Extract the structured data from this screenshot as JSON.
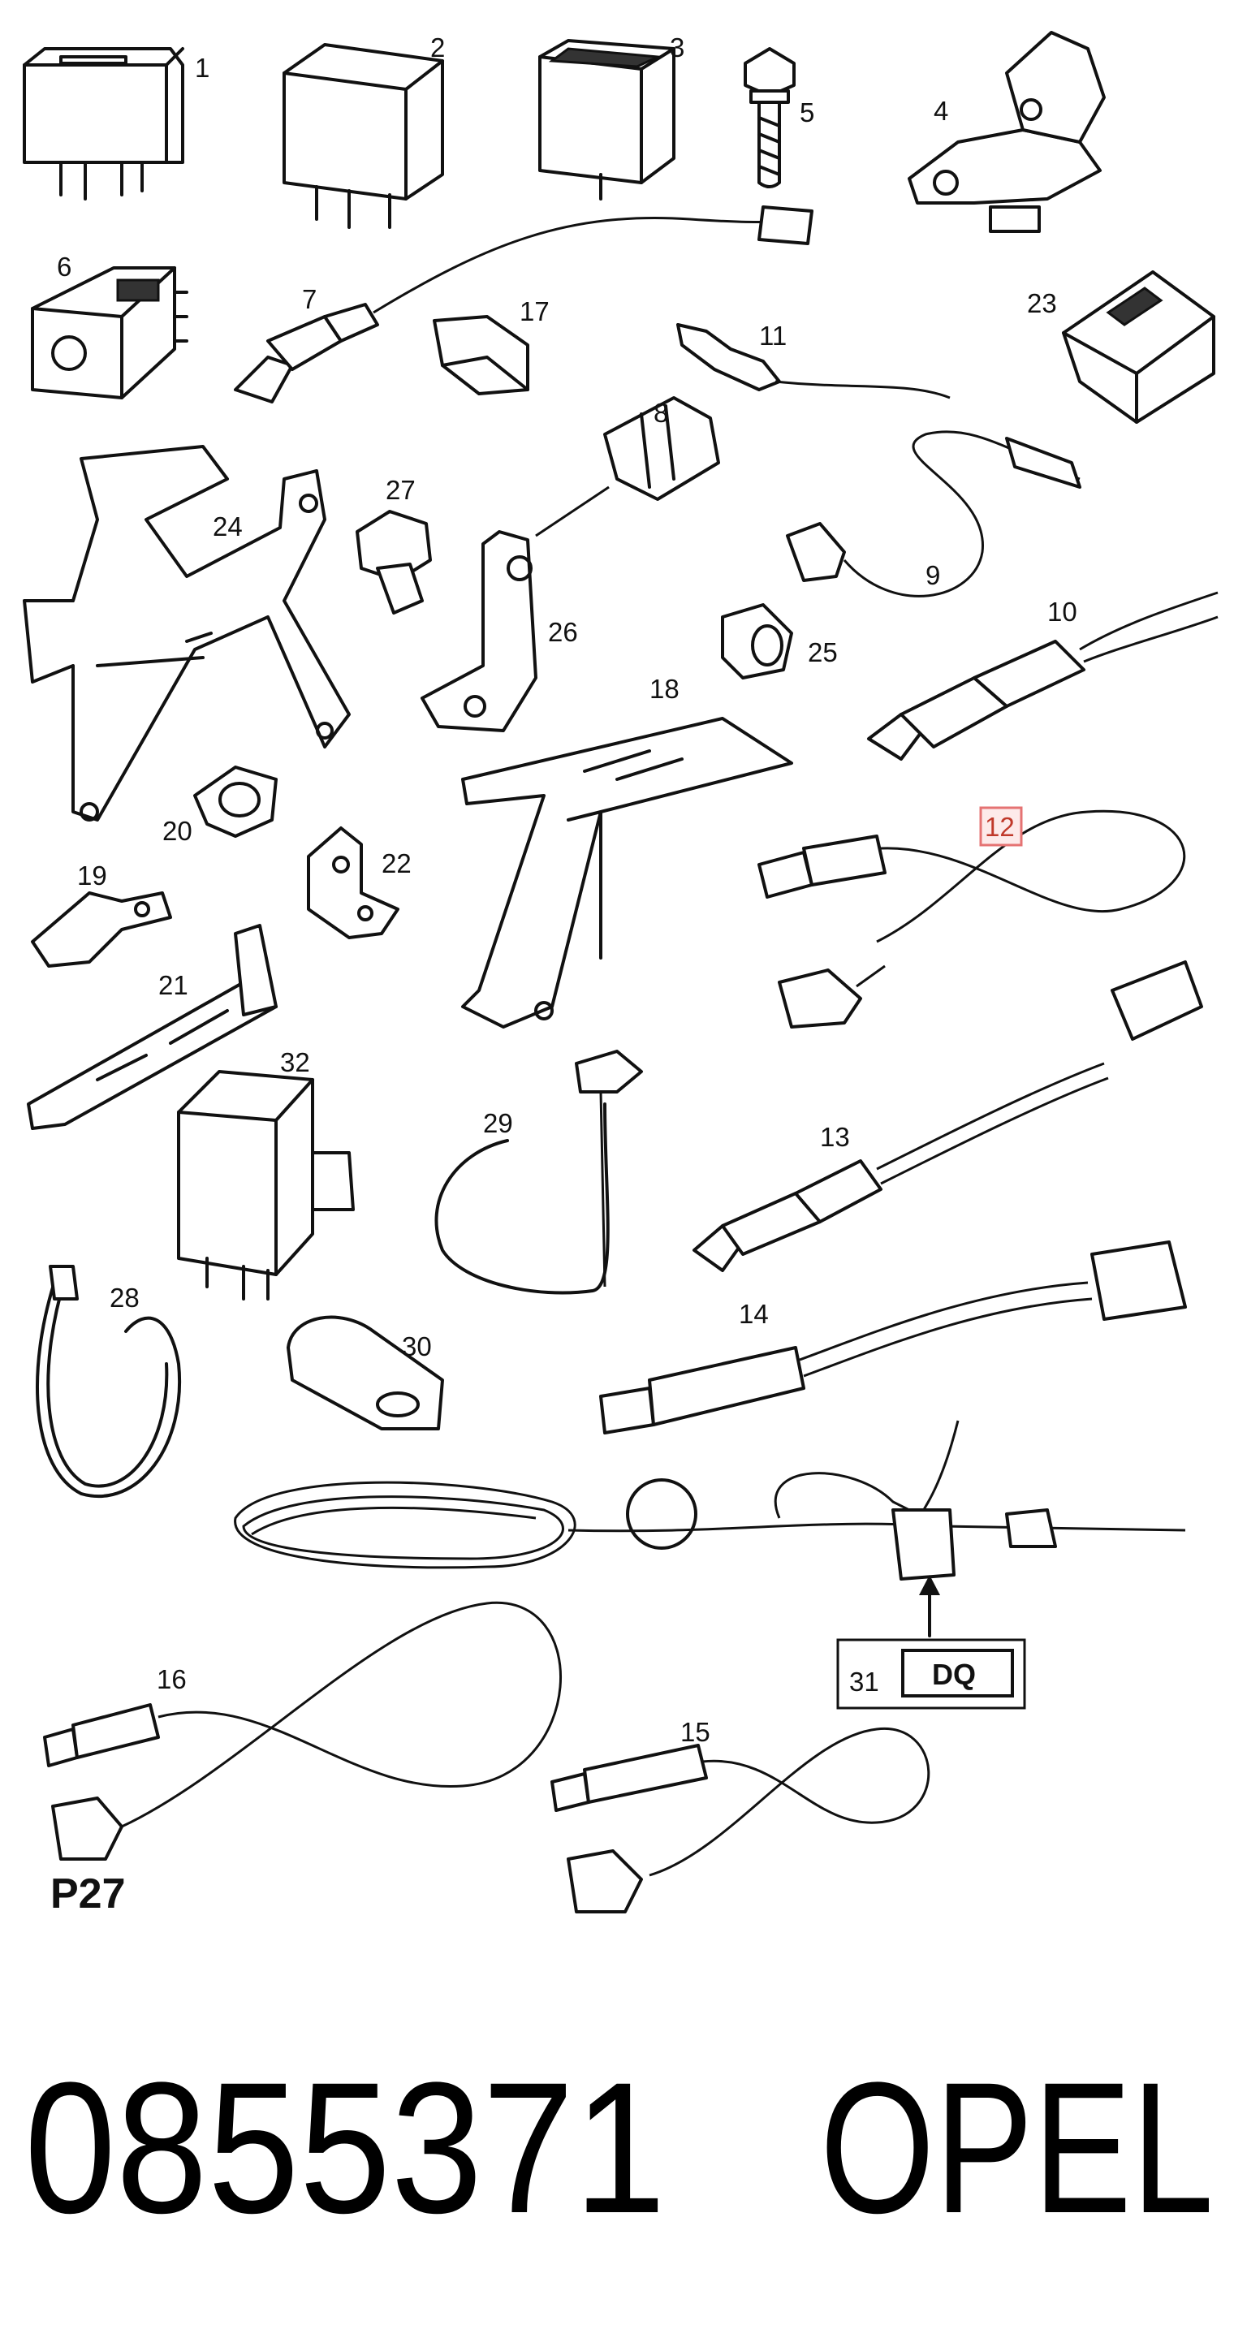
{
  "labels": {
    "l1": "1",
    "l2": "2",
    "l3": "3",
    "l4": "4",
    "l5": "5",
    "l6": "6",
    "l7": "7",
    "l8": "8",
    "l9": "9",
    "l10": "10",
    "l11": "11",
    "l12": "12",
    "l13": "13",
    "l14": "14",
    "l15": "15",
    "l16": "16",
    "l17": "17",
    "l18": "18",
    "l19": "19",
    "l20": "20",
    "l21": "21",
    "l22": "22",
    "l23": "23",
    "l24": "24",
    "l25": "25",
    "l26": "26",
    "l27": "27",
    "l28": "28",
    "l29": "29",
    "l30": "30",
    "l31": "31",
    "l32": "32"
  },
  "code_box": "DQ",
  "sheet_ref": "P27",
  "part_number": "0855371",
  "brand": "OPEL",
  "highlight_color": "#e57373"
}
